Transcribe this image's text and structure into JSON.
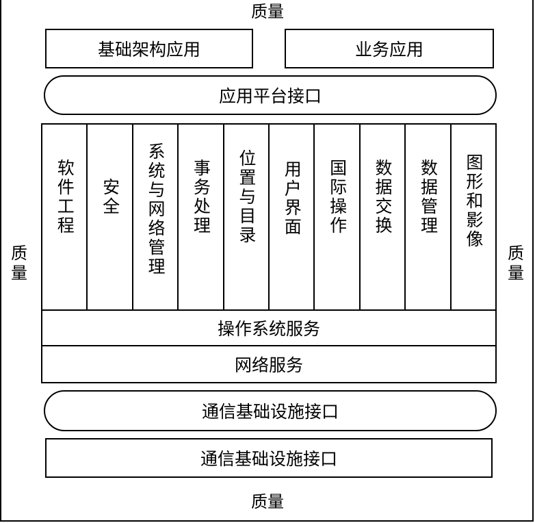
{
  "quality": {
    "top": "质量",
    "bottom": "质量",
    "left": "质量",
    "right": "质量"
  },
  "top_boxes": {
    "left": "基础架构应用",
    "right": "业务应用"
  },
  "platform_interface": "应用平台接口",
  "services": [
    "软件工程",
    "安全",
    "系统与网络管理",
    "事务处理",
    "位置与目录",
    "用户界面",
    "国际操作",
    "数据交换",
    "数据管理",
    "图形和影像"
  ],
  "os_services": "操作系统服务",
  "network_services": "网络服务",
  "comm_interface_pill": "通信基础设施接口",
  "comm_interface_box": "通信基础设施接口"
}
